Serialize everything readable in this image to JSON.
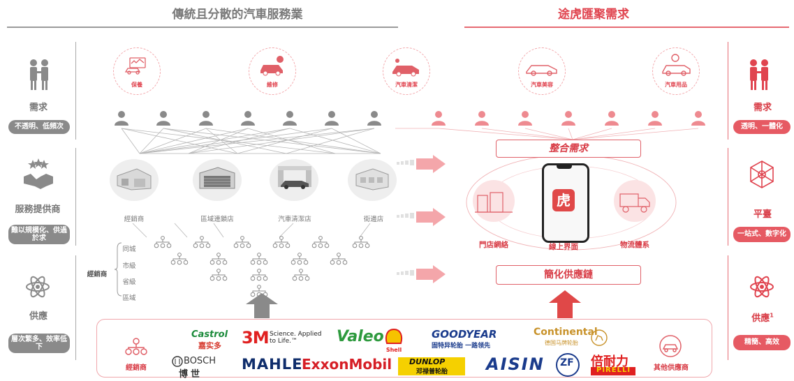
{
  "header": {
    "left_title": "傳統且分散的汽車服務業",
    "right_title": "途虎匯聚需求"
  },
  "left_side": {
    "demand": {
      "label": "需求",
      "pill": "不透明、低頻次"
    },
    "providers": {
      "label": "服務提供商",
      "pill": "難以規模化、供過於求"
    },
    "supply": {
      "label": "供應",
      "pill": "層次繁多、效率低下"
    }
  },
  "right_side": {
    "demand": {
      "label": "需求",
      "pill": "透明、一體化"
    },
    "platform": {
      "label": "平臺",
      "pill": "一站式、數字化"
    },
    "supply": {
      "label": "供應",
      "sup": "1",
      "pill": "精簡、高效"
    }
  },
  "left_services": [
    {
      "label": "保養",
      "icon": "car-diagnostic-icon"
    },
    {
      "label": "維修",
      "icon": "car-repair-icon"
    },
    {
      "label": "汽車清潔",
      "icon": "car-wash-icon"
    }
  ],
  "right_services": [
    {
      "label": "汽車美容",
      "icon": "car-beauty-icon"
    },
    {
      "label": "汽車用品",
      "icon": "car-accessories-icon"
    }
  ],
  "providers": [
    "經銷商",
    "區域連鎖店",
    "汽車清潔店",
    "街邊店"
  ],
  "distribution_levels": [
    "同城",
    "市級",
    "省級",
    "區域"
  ],
  "distribution_owner": "經銷商",
  "integrate_box": "整合需求",
  "simplify_box": "簡化供應鏈",
  "platform_parts": {
    "stores": "門店網絡",
    "app": "線上界面",
    "logistics": "物流體系"
  },
  "supplier_strip": {
    "left_label": "經銷商",
    "right_label": "其他供應商",
    "brands": {
      "castrol": "Castrol",
      "castrol_cn": "嘉实多",
      "threem": "3M",
      "threem_tag": "Science. Applied to Life.™",
      "valeo": "Valeo",
      "shell": "Shell",
      "goodyear": "GOODYEAR",
      "goodyear_cn": "固特异轮胎 一路领先",
      "continental": "Continental",
      "continental_cn": "德国马牌轮胎",
      "bosch": "BOSCH",
      "bosch_cn": "博世",
      "mahle": "MAHLE",
      "exxon": "ExxonMobil",
      "dunlop": "DUNLOP",
      "dunlop_cn": "邓禄普轮胎",
      "aisin": "AISIN",
      "zf": "ZF",
      "pirelli_cn": "倍耐力",
      "pirelli": "PIRELLI"
    }
  },
  "colors": {
    "gray": "#8a8a8a",
    "red": "#e0444f",
    "pink": "#f3a7ab"
  }
}
